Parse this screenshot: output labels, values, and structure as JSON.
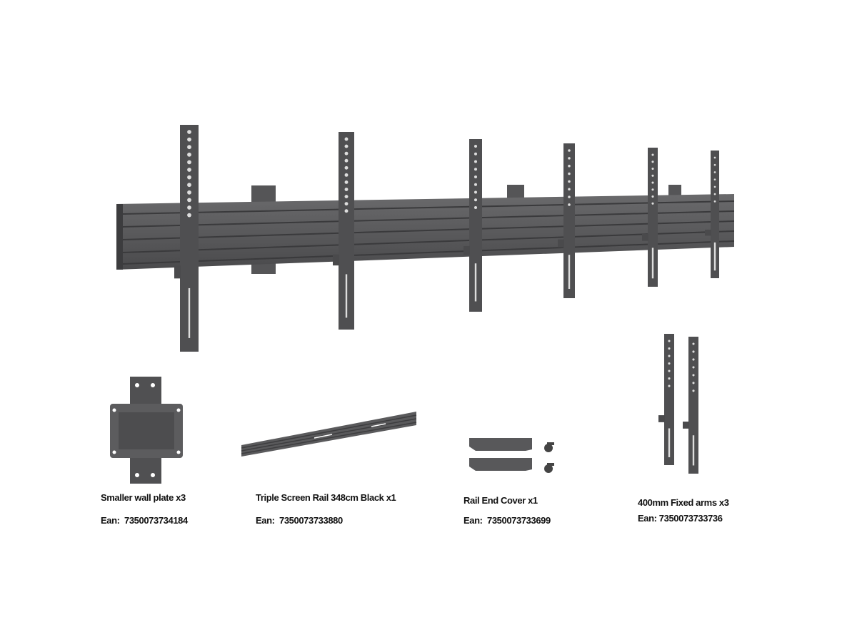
{
  "products": [
    {
      "name": "Smaller wall plate x3",
      "ean_label": "Ean:",
      "ean": "7350073734184"
    },
    {
      "name": "Triple Screen Rail 348cm Black x1",
      "ean_label": "Ean:",
      "ean": "7350073733880"
    },
    {
      "name": "Rail End Cover x1",
      "ean_label": "Ean:",
      "ean": "7350073733699"
    },
    {
      "name": "400mm Fixed arms x3",
      "ean_label": "Ean:",
      "ean": "7350073733736"
    }
  ],
  "colors": {
    "metal": "#5a5a5c",
    "metal_dark": "#3f3f41",
    "metal_light": "#7a7a7c",
    "text": "#111111"
  }
}
